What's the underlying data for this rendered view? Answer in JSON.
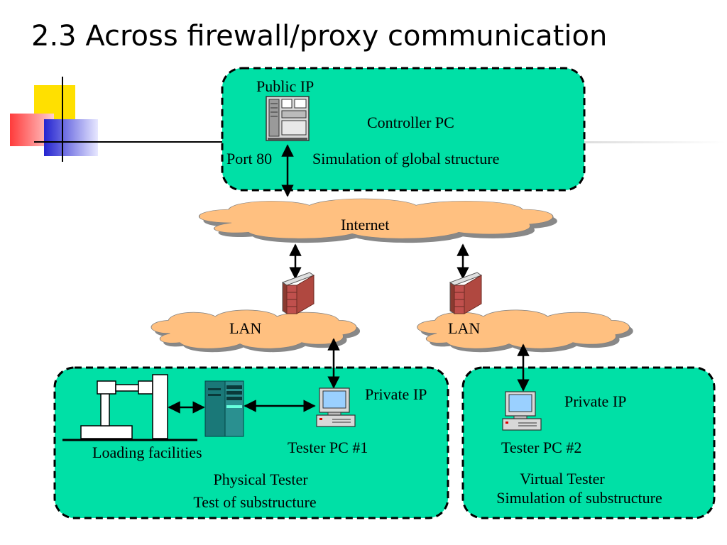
{
  "slide": {
    "title": "2.3 Across firewall/proxy communication"
  },
  "controller": {
    "public_ip": "Public IP",
    "name": "Controller PC",
    "port": "Port 80",
    "role": "Simulation of global structure"
  },
  "network": {
    "internet": "Internet",
    "lan_left": "LAN",
    "lan_right": "LAN"
  },
  "physical_tester": {
    "private_ip": "Private IP",
    "pc_label": "Tester PC #1",
    "facilities_label": "Loading facilities",
    "name": "Physical Tester",
    "role": "Test of substructure"
  },
  "virtual_tester": {
    "private_ip": "Private IP",
    "pc_label": "Tester PC #2",
    "name": "Virtual Tester",
    "role": "Simulation of substructure"
  },
  "colors": {
    "box_fill": "#00e0a6",
    "cloud_fill": "#ffc080",
    "firewall_brick": "#c0504d",
    "decor_yellow": "#ffe000",
    "decor_red": "#ff4d4d",
    "decor_blue": "#2828d8"
  }
}
